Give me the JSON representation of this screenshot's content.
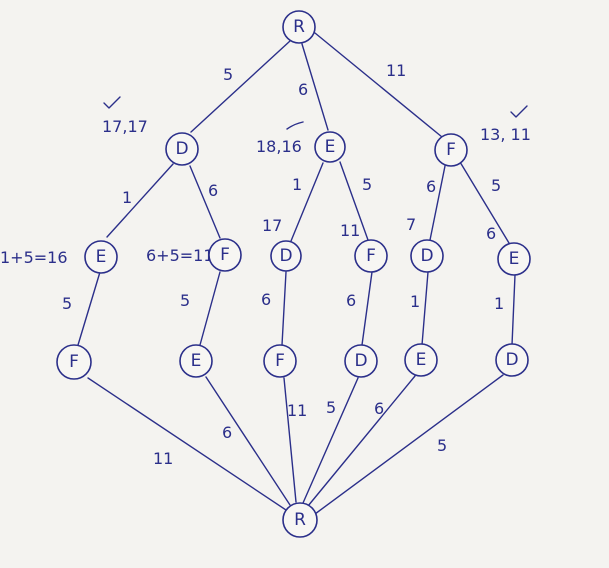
{
  "nodes": {
    "root": "R",
    "d1": "D",
    "e1": "E",
    "f1": "F",
    "e2": "E",
    "f2": "F",
    "d3": "D",
    "f3": "F",
    "d4": "D",
    "e4": "E",
    "f5": "F",
    "e5": "E",
    "f6": "F",
    "d6": "D",
    "e7": "E",
    "d7": "D",
    "end": "R"
  },
  "edge_weights": {
    "root_d1": "5",
    "root_e1": "6",
    "root_f1": "11",
    "d1_e2": "1",
    "d1_f2": "6",
    "e1_d3": "1",
    "e1_f3": "5",
    "f1_d4": "6",
    "f1_e4": "5",
    "e2_f5": "5",
    "f2_e5": "5",
    "d3_f6": "6",
    "f3_d6": "6",
    "d4_e7": "1",
    "e4_d7": "1",
    "f5_end": "11",
    "e5_end": "6",
    "f6_end": "11",
    "d6_end": "5",
    "e7_end": "6",
    "d7_end": "5"
  },
  "annotations": {
    "d1": "17,17",
    "e1": "18,16",
    "f1": "13, 11",
    "e2": "1+5=16",
    "f2": "6+5=11",
    "d3": "17",
    "f3": "11",
    "d4": "7",
    "e4": "6"
  }
}
